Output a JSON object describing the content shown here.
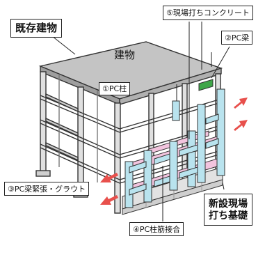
{
  "labels": {
    "existing_building": "既存建物",
    "building": "建物",
    "pc_column": "①PC柱",
    "pc_beam": "②PC梁",
    "pc_beam_tension": "③PC梁緊張・グラウト",
    "pc_column_joint": "④PC柱筋接合",
    "cast_in_place_concrete": "⑤現場打ちコンクリート",
    "new_foundation_line1": "新設現場",
    "new_foundation_line2": "打ち基礎"
  },
  "colors": {
    "frame_line": "#333333",
    "roof": "#bdbdbd",
    "pc_member": "#b9e3ee",
    "pink_beam": "#f2c4de",
    "foundation": "#dcdcdc",
    "arrow": "#e8504c"
  }
}
